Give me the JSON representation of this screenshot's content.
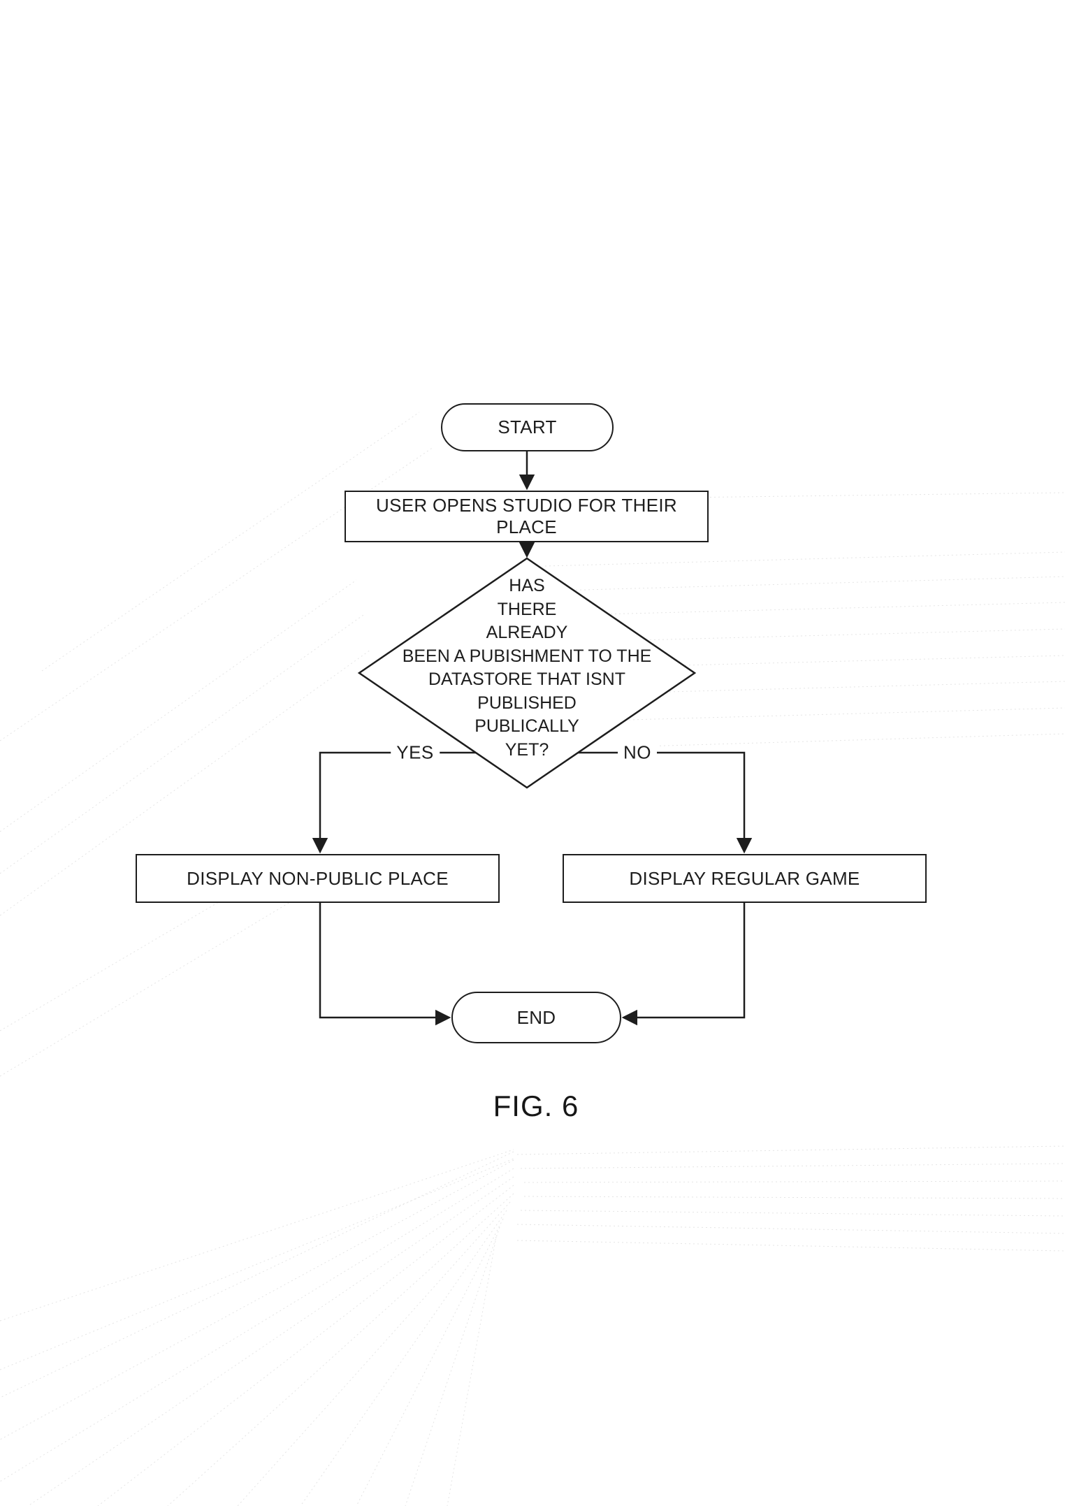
{
  "figure": {
    "caption": "FIG. 6"
  },
  "flowchart": {
    "start": {
      "label": "START"
    },
    "open_studio": {
      "label": "USER OPENS STUDIO FOR THEIR PLACE"
    },
    "decision": {
      "label": "HAS\nTHERE\nALREADY\nBEEN A PUBISHMENT TO THE\nDATASTORE THAT ISNT\nPUBLISHED\nPUBLICALLY\nYET?"
    },
    "yes_branch_label": "YES",
    "no_branch_label": "NO",
    "display_non_public": {
      "label": "DISPLAY NON-PUBLIC PLACE"
    },
    "display_regular": {
      "label": "DISPLAY REGULAR GAME"
    },
    "end": {
      "label": "END"
    },
    "colors": {
      "line": "#1d1d1d",
      "text": "#1d1d1d",
      "background": "#ffffff",
      "artifact": "#cfcfcf"
    }
  }
}
